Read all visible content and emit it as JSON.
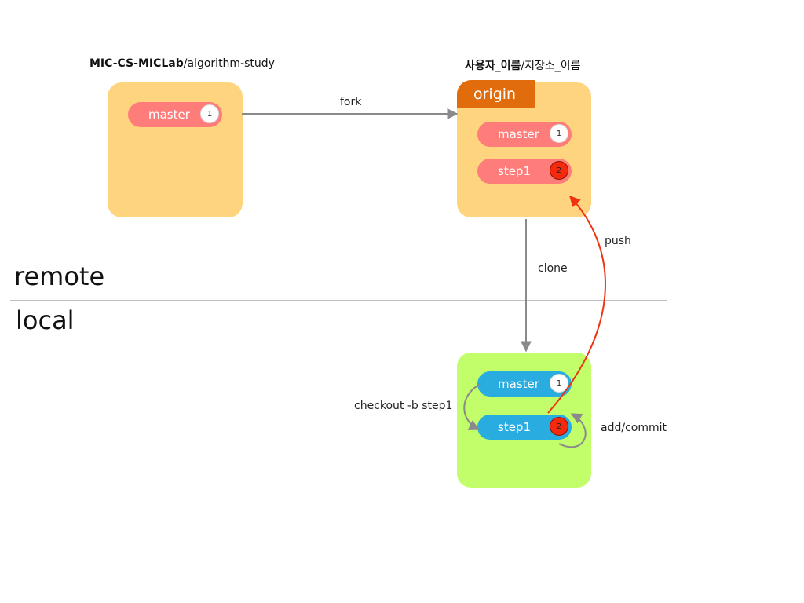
{
  "upstream": {
    "owner": "MIC-CS-MICLab",
    "repo": "/algorithm-study",
    "branches": [
      {
        "name": "master",
        "commit": "1"
      }
    ]
  },
  "fork_repo": {
    "owner": "사용자_이름",
    "repo": "/저장소_이름",
    "remote_name": "origin",
    "branches": [
      {
        "name": "master",
        "commit": "1"
      },
      {
        "name": "step1",
        "commit": "2"
      }
    ]
  },
  "local_repo": {
    "branches": [
      {
        "name": "master",
        "commit": "1"
      },
      {
        "name": "step1",
        "commit": "2"
      }
    ]
  },
  "edges": {
    "fork": "fork",
    "clone": "clone",
    "push": "push",
    "checkout": "checkout -b step1",
    "commit": "add/commit"
  },
  "zones": {
    "remote": "remote",
    "local": "local"
  },
  "colors": {
    "remote_box": "#ffd47f",
    "local_box": "#c2fd6a",
    "origin_tag": "#e06c0b",
    "remote_branch": "#fe7d7b",
    "local_branch": "#29acdf",
    "new_commit": "#f5290c",
    "push_arrow": "#ee3311",
    "arrow": "#8a8a8a"
  }
}
